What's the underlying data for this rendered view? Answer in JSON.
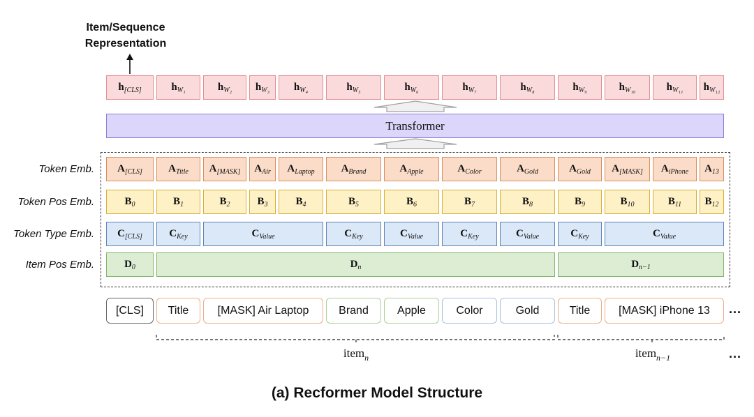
{
  "output_label": [
    "Item/Sequence",
    "Representation"
  ],
  "transformer_label": "Transformer",
  "row_labels": {
    "token": "Token Emb.",
    "token_pos": "Token Pos Emb.",
    "token_type": "Token Type Emb.",
    "item_pos": "Item Pos Emb."
  },
  "h_row": [
    {
      "base": "h",
      "sub": "[CLS]"
    },
    {
      "base": "h",
      "sub": "W₁"
    },
    {
      "base": "h",
      "sub": "W₂"
    },
    {
      "base": "h",
      "sub": "W₃"
    },
    {
      "base": "h",
      "sub": "W₄"
    },
    {
      "base": "h",
      "sub": "W₅"
    },
    {
      "base": "h",
      "sub": "W₆"
    },
    {
      "base": "h",
      "sub": "W₇"
    },
    {
      "base": "h",
      "sub": "W₈"
    },
    {
      "base": "h",
      "sub": "W₉"
    },
    {
      "base": "h",
      "sub": "W₁₀"
    },
    {
      "base": "h",
      "sub": "W₁₁"
    },
    {
      "base": "h",
      "sub": "W₁₂"
    }
  ],
  "a_row": [
    {
      "base": "A",
      "sub": "[CLS]"
    },
    {
      "base": "A",
      "sub": "Title"
    },
    {
      "base": "A",
      "sub": "[MASK]"
    },
    {
      "base": "A",
      "sub": "Air"
    },
    {
      "base": "A",
      "sub": "Laptop"
    },
    {
      "base": "A",
      "sub": "Brand"
    },
    {
      "base": "A",
      "sub": "Apple"
    },
    {
      "base": "A",
      "sub": "Color"
    },
    {
      "base": "A",
      "sub": "Gold"
    },
    {
      "base": "A",
      "sub": "Gold"
    },
    {
      "base": "A",
      "sub": "[MASK]"
    },
    {
      "base": "A",
      "sub": "iPhone"
    },
    {
      "base": "A",
      "sub": "13"
    }
  ],
  "b_row": [
    {
      "base": "B",
      "sub": "0"
    },
    {
      "base": "B",
      "sub": "1"
    },
    {
      "base": "B",
      "sub": "2"
    },
    {
      "base": "B",
      "sub": "3"
    },
    {
      "base": "B",
      "sub": "4"
    },
    {
      "base": "B",
      "sub": "5"
    },
    {
      "base": "B",
      "sub": "6"
    },
    {
      "base": "B",
      "sub": "7"
    },
    {
      "base": "B",
      "sub": "8"
    },
    {
      "base": "B",
      "sub": "9"
    },
    {
      "base": "B",
      "sub": "10"
    },
    {
      "base": "B",
      "sub": "11"
    },
    {
      "base": "B",
      "sub": "12"
    }
  ],
  "c_row": [
    {
      "base": "C",
      "sub": "[CLS]"
    },
    {
      "base": "C",
      "sub": "Key"
    },
    {
      "base": "C",
      "sub": "Value"
    },
    {
      "base": "C",
      "sub": "Key"
    },
    {
      "base": "C",
      "sub": "Value"
    },
    {
      "base": "C",
      "sub": "Key"
    },
    {
      "base": "C",
      "sub": "Value"
    },
    {
      "base": "C",
      "sub": "Key"
    },
    {
      "base": "C",
      "sub": "Value"
    }
  ],
  "d_row": [
    {
      "base": "D",
      "sub": "0"
    },
    {
      "base": "D",
      "sub": "n"
    },
    {
      "base": "D",
      "sub": "n−1"
    }
  ],
  "tokens": [
    "[CLS]",
    "Title",
    "[MASK] Air Laptop",
    "Brand",
    "Apple",
    "Color",
    "Gold",
    "Title",
    "[MASK] iPhone 13"
  ],
  "token_ellipsis": "...",
  "item_labels": [
    {
      "base": "item",
      "sub": "n"
    },
    {
      "base": "item",
      "sub": "n−1"
    }
  ],
  "item_ellipsis": "...",
  "caption": "(a) Recformer Model Structure"
}
